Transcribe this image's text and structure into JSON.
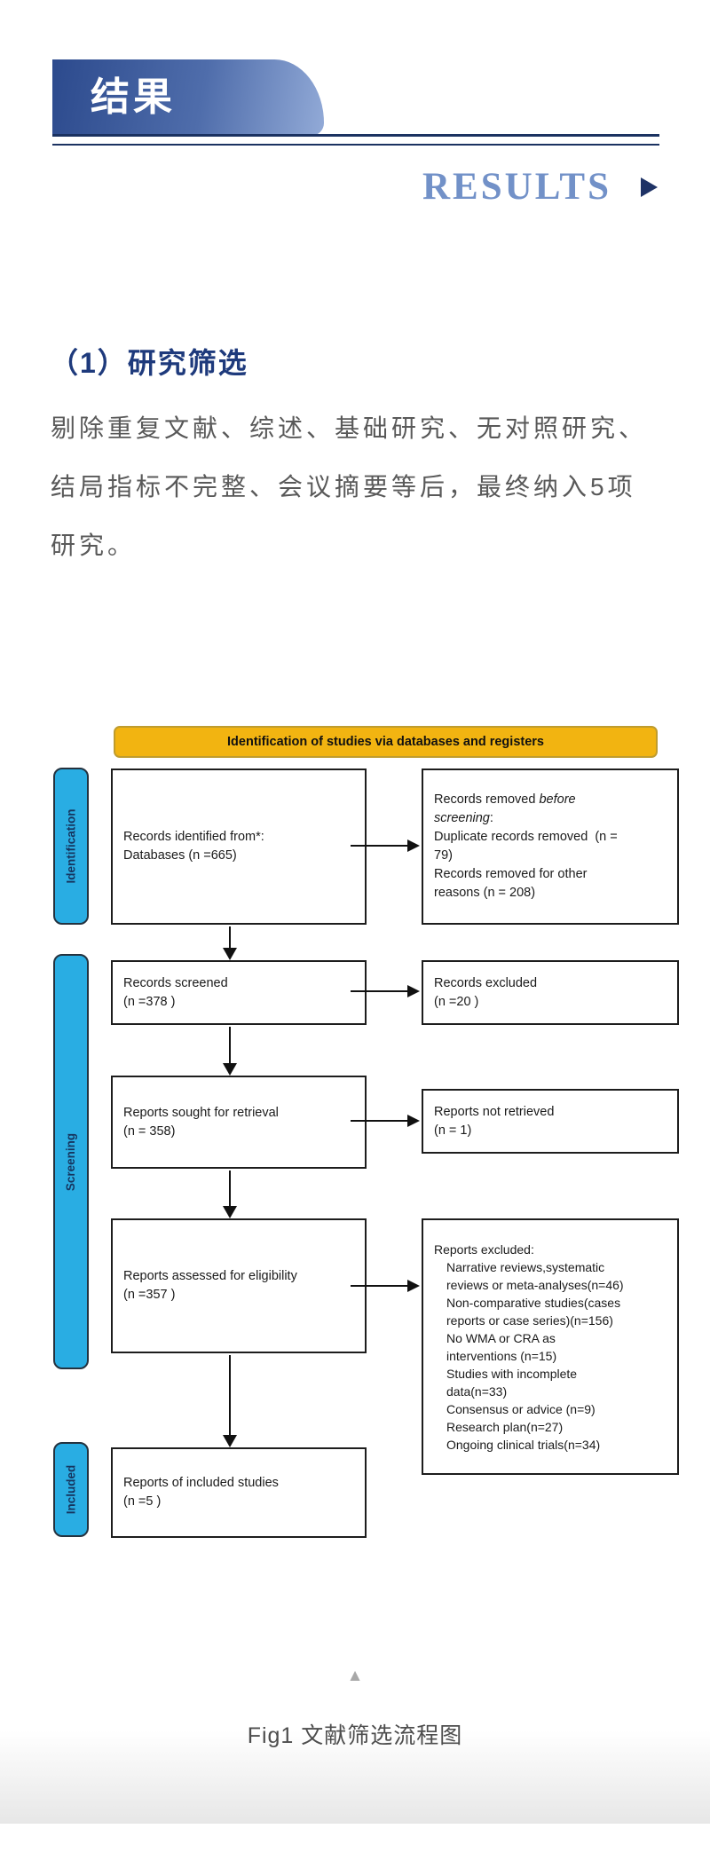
{
  "banner": {
    "title": "结果"
  },
  "results": {
    "title": "RESULTS"
  },
  "section": {
    "heading": "（1）研究筛选",
    "paragraph": [
      "剔除重复文献、综述、基础研究、无对照研究、",
      "结局指标不完整、会议摘要等后，最终纳入5项",
      "研究。"
    ]
  },
  "flowchart": {
    "header": "Identification of studies via databases and registers",
    "stages": {
      "identification": "Identification",
      "screening": "Screening",
      "included": "Included"
    },
    "records_identified": {
      "line1": "Records identified from*:",
      "line2": "Databases (n =665)"
    },
    "records_removed": {
      "line1_normal": "Records removed ",
      "line1_italic": "before",
      "line2_italic": "screening",
      "line2_normal": ":",
      "line3": "Duplicate records removed  (n =",
      "line4": "79)",
      "line5": "Records removed for other",
      "line6": "reasons (n = 208)"
    },
    "records_screened": {
      "line1": "Records screened",
      "line2": "(n =378 )"
    },
    "records_excluded": {
      "line1": "Records excluded",
      "line2": "(n =20 )"
    },
    "reports_sought": {
      "line1": "Reports sought for retrieval",
      "line2": "(n = 358)"
    },
    "reports_not_retrieved": {
      "line1": "Reports not retrieved",
      "line2": "(n = 1)"
    },
    "reports_assessed": {
      "line1": "Reports assessed for eligibility",
      "line2": "(n =357 )"
    },
    "reports_excluded": {
      "title": "Reports excluded:",
      "items": [
        "Narrative reviews,systematic",
        "reviews or meta-analyses(n=46)",
        "Non-comparative studies(cases",
        "reports or case series)(n=156)",
        "No WMA or CRA as",
        "interventions (n=15)",
        "Studies with incomplete",
        "data(n=33)",
        "Consensus or advice (n=9)",
        "Research plan(n=27)",
        "Ongoing clinical trials(n=34)"
      ]
    },
    "reports_included": {
      "line1": "Reports of included studies",
      "line2": "(n =5 )"
    }
  },
  "figure": {
    "marker": "▲",
    "caption": "Fig1 文献筛选流程图"
  },
  "colors": {
    "accent_navy": "#1e3a7c",
    "results_blue": "#7291c8",
    "rule_navy": "#1b3261",
    "banner_gradient_start": "#2c4a8d",
    "banner_gradient_end": "#92aad7",
    "flow_header_yellow": "#f2b411",
    "flow_tab_blue": "#29ade3",
    "body_gray": "#595959"
  }
}
